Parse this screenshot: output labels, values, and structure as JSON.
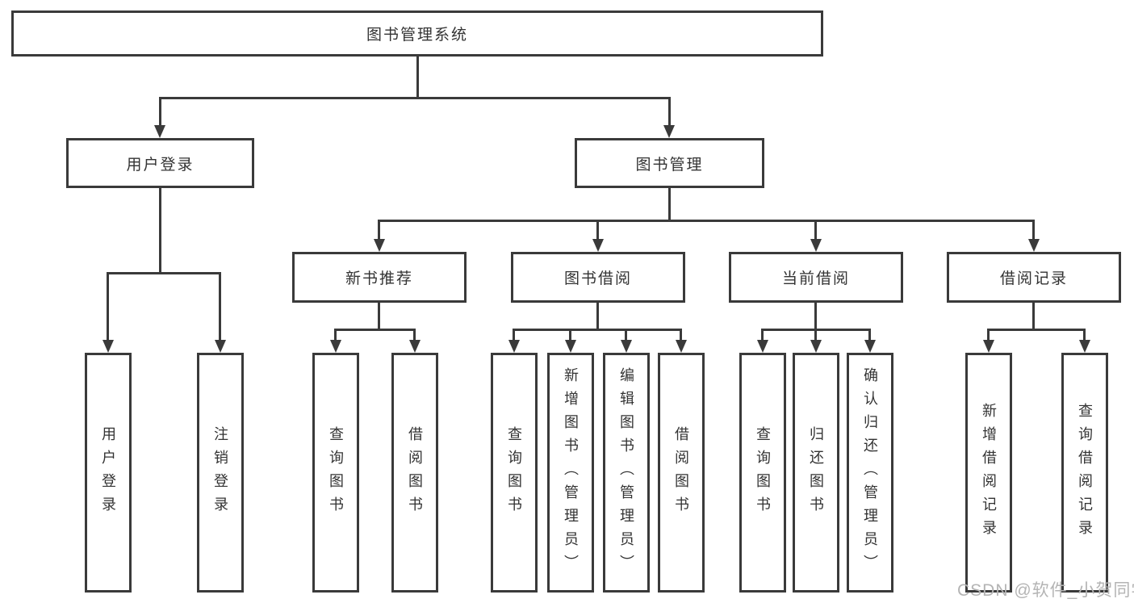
{
  "style": {
    "line_color": "#3a3a3a",
    "box_border_color": "#3a3a3a",
    "box_fill_color": "#ffffff",
    "text_color": "#333333",
    "watermark_color": "#b4b4b4"
  },
  "watermark": {
    "text": "CSDN @软件_小贺同学"
  },
  "tree": {
    "root": {
      "label": "图书管理系统",
      "children": [
        {
          "label": "用户登录",
          "children": [
            {
              "label": "用户登录"
            },
            {
              "label": "注销登录"
            }
          ]
        },
        {
          "label": "图书管理",
          "children": [
            {
              "label": "新书推荐",
              "children": [
                {
                  "label": "查询图书"
                },
                {
                  "label": "借阅图书"
                }
              ]
            },
            {
              "label": "图书借阅",
              "children": [
                {
                  "label": "查询图书"
                },
                {
                  "label": "新增图书（管理员）"
                },
                {
                  "label": "编辑图书（管理员）"
                },
                {
                  "label": "借阅图书"
                }
              ]
            },
            {
              "label": "当前借阅",
              "children": [
                {
                  "label": "查询图书"
                },
                {
                  "label": "归还图书"
                },
                {
                  "label": "确认归还（管理员）"
                }
              ]
            },
            {
              "label": "借阅记录",
              "children": [
                {
                  "label": "新增借阅记录"
                },
                {
                  "label": "查询借阅记录"
                }
              ]
            }
          ]
        }
      ]
    }
  }
}
